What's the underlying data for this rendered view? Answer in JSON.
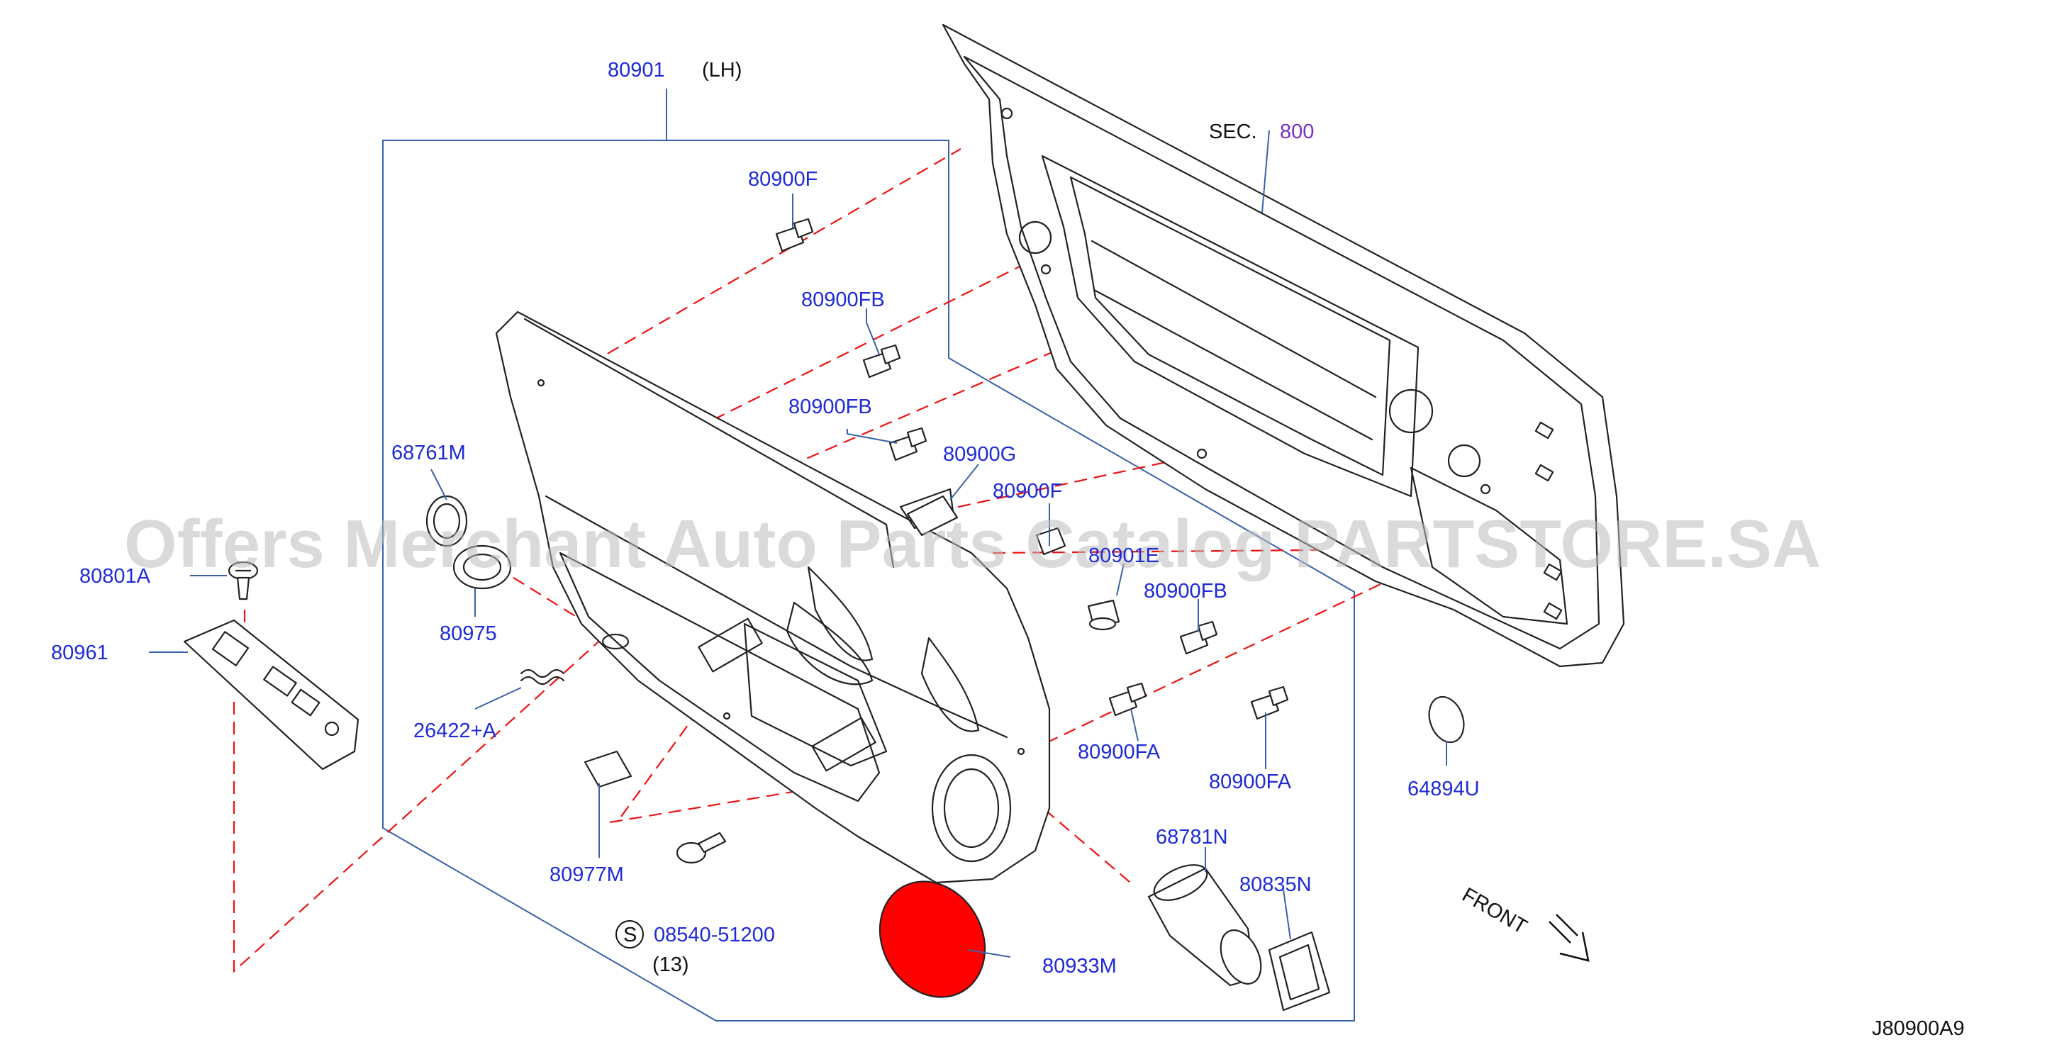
{
  "colors": {
    "label": "#1e2bd6",
    "leader": "#3a62a8",
    "dashed": "#e11111",
    "highlight": "#ff0000",
    "section_ref": "#7a2fc7",
    "watermark": "#bdbdbd"
  },
  "watermark": "Offers Merchant Auto Parts Catalog PARTSTORE.SA",
  "header": {
    "part": "80901",
    "side": "(LH)"
  },
  "section": {
    "prefix": "SEC.",
    "number": "800"
  },
  "labels": {
    "p80900F_top": "80900F",
    "p80900FB_1": "80900FB",
    "p80900FB_2": "80900FB",
    "p80900G": "80900G",
    "p80900F_mid": "80900F",
    "p80901E": "80901E",
    "p80900FB_3": "80900FB",
    "p68761M": "68761M",
    "p80801A": "80801A",
    "p80961": "80961",
    "p80975": "80975",
    "p26422A": "26422+A",
    "p80900FA_1": "80900FA",
    "p80900FA_2": "80900FA",
    "p64894U": "64894U",
    "p80977M": "80977M",
    "p68781N": "68781N",
    "p80835N": "80835N",
    "p80933M": "80933M",
    "screw_symbol": "S",
    "screw_part": "08540-51200",
    "screw_qty": "(13)"
  },
  "direction": {
    "label": "FRONT",
    "icon": "arrow-down-right-icon"
  },
  "diagram_code": "J80900A9"
}
